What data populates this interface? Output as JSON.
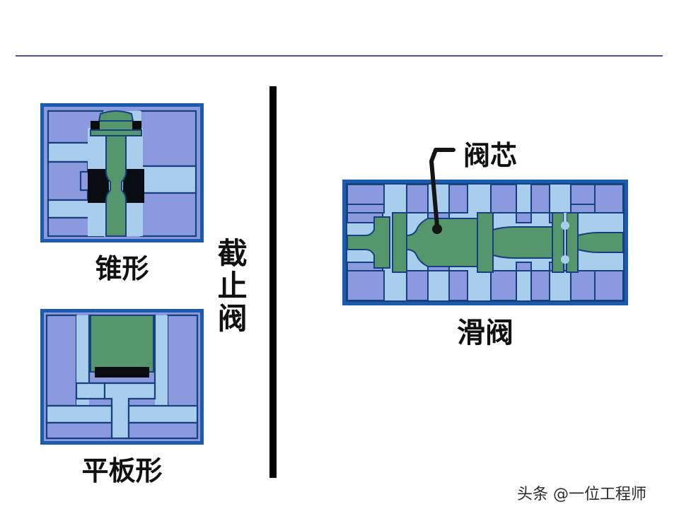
{
  "slide": {
    "background_color": "#ffffff",
    "divider_rule_color": "#50537e",
    "vertical_divider_color": "#010101"
  },
  "palette": {
    "frame_border": "#1a5bb0",
    "body_periwinkle": "#8b9ade",
    "channel_light_blue": "#a9cdec",
    "spool_green": "#55966d",
    "seal_black": "#090d12",
    "outline_dark_blue": "#17407f"
  },
  "left_group": {
    "group_label": "截止阀",
    "figures": [
      {
        "id": "cone-valve",
        "caption": "锥形",
        "description": "Cone-shaped globe valve cross-section with green stem and cone plug seated on black seal"
      },
      {
        "id": "flat-plate-valve",
        "caption": "平板形",
        "description": "Flat-plate globe valve cross-section with green disc and black seat"
      }
    ]
  },
  "right_group": {
    "figures": [
      {
        "id": "spool-valve",
        "caption": "滑阀",
        "description": "Spool valve cross-section showing lands and grooves of the green spool inside the blue valve body"
      }
    ],
    "callout": {
      "label": "阀芯",
      "target": "spool land centre"
    }
  },
  "watermark": {
    "text": "头条 @一位工程师"
  }
}
